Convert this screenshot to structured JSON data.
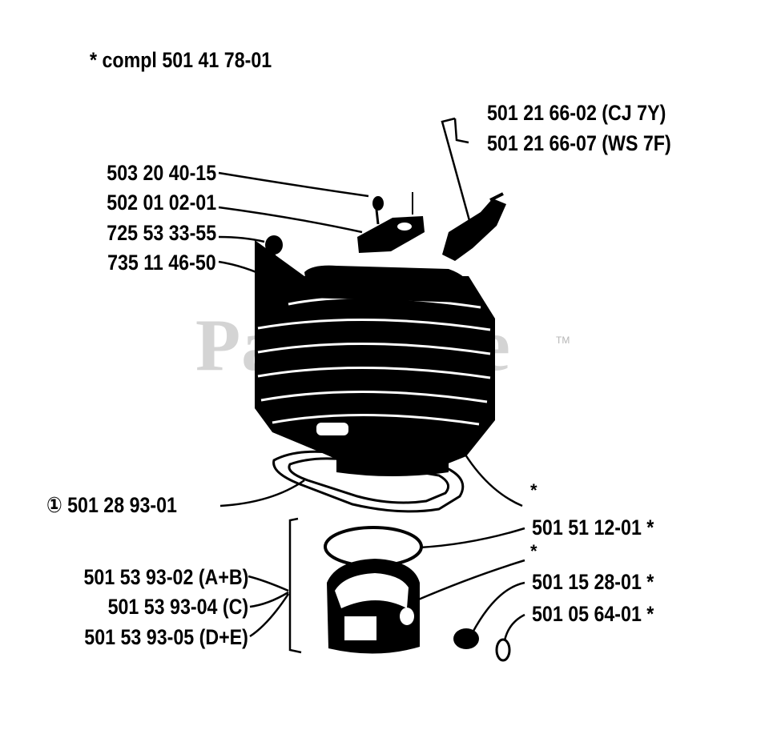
{
  "header": {
    "text": "*  compl 501 41 78-01"
  },
  "watermark": {
    "text": "PartsTree",
    "tm": "TM"
  },
  "labels": {
    "spark_plug_1": "501 21 66-02  (CJ 7Y)",
    "spark_plug_2": "501 21 66-07  (WS 7F)",
    "screw_1": "503 20 40-15",
    "gasket_1": "502 01 02-01",
    "screw_2": "725 53 33-55",
    "washer_1": "735 11 46-50",
    "cyl_gasket": "① 501 28 93-01",
    "cylinder_star": "*",
    "ring": "501 51 12-01  *",
    "pin_star": "*",
    "pin": "501 15 28-01  *",
    "circlip": "501 05 64-01  *",
    "piston_1": "501 53 93-02 (A+B)",
    "piston_2": "501 53 93-04 (C)",
    "piston_3": "501 53 93-05 (D+E)"
  },
  "colors": {
    "ink": "#000000",
    "paper": "#ffffff",
    "watermark": "#a0a0a0"
  }
}
